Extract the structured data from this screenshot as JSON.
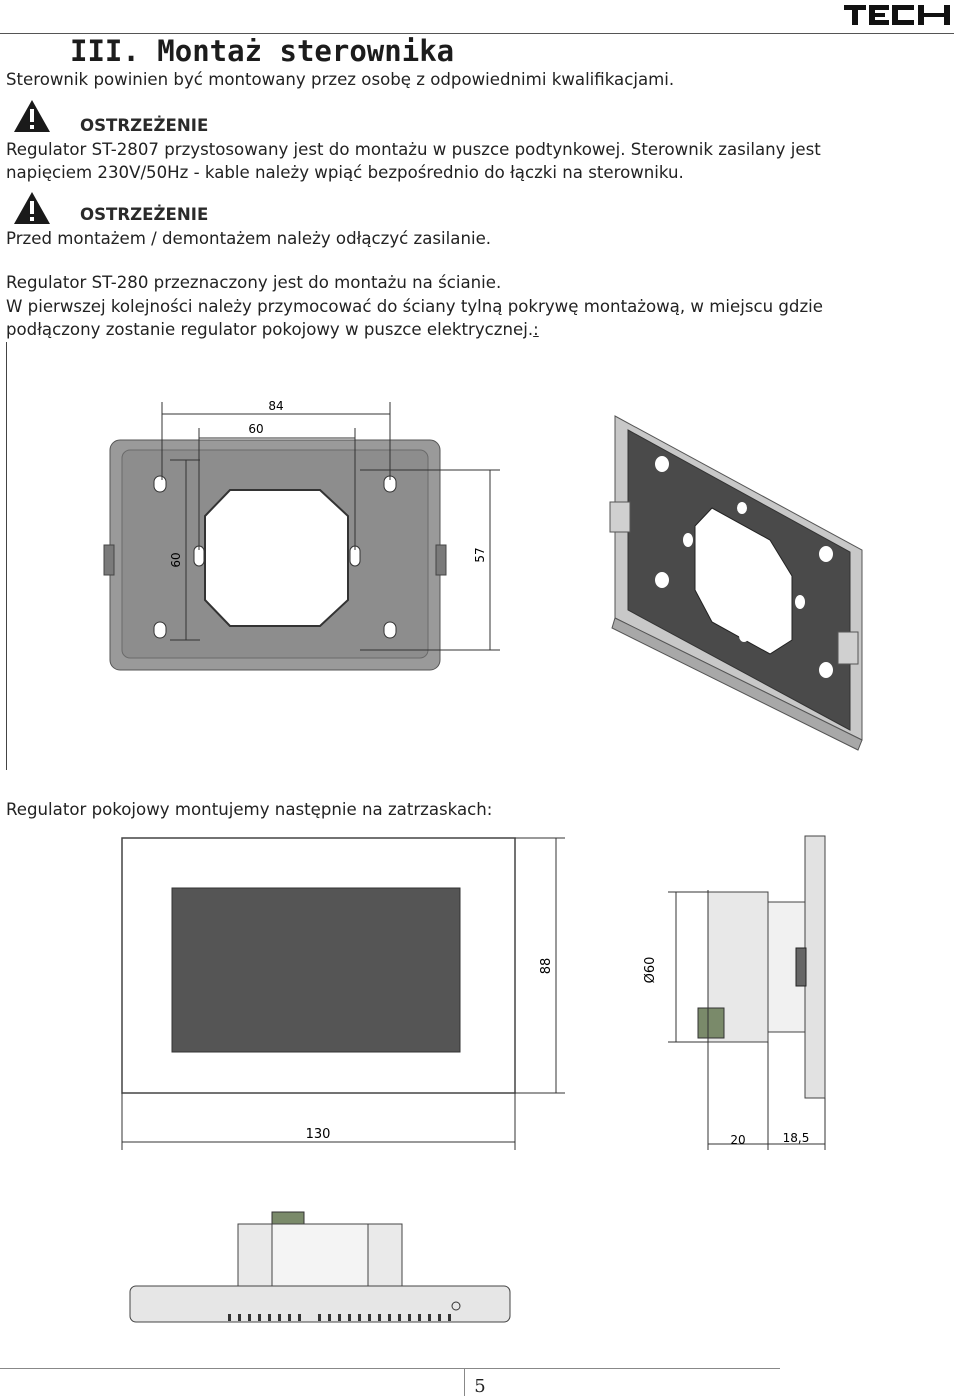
{
  "brand": "TECH",
  "heading": "III. Montaż sterownika",
  "intro": "Sterownik powinien być montowany przez osobę z odpowiednimi kwalifikacjami.",
  "warnings": [
    {
      "title": "OSTRZEŻENIE",
      "lines": [
        "Regulator ST-2807 przystosowany jest do montażu w puszce podtynkowej. Sterownik zasilany jest",
        "napięciem 230V/50Hz - kable należy wpiąć bezpośrednio do łączki na sterowniku."
      ]
    },
    {
      "title": "OSTRZEŻENIE",
      "lines": [
        "Przed montażem / demontażem należy odłączyć zasilanie."
      ]
    }
  ],
  "para1": "Regulator ST-280 przeznaczony jest do montażu na ścianie.",
  "para2": [
    "W pierwszej kolejności należy przymocować do ściany tylną pokrywę montażową, w miejscu gdzie",
    "podłączony zostanie regulator pokojowy w puszce elektrycznej."
  ],
  "para2_end": ":",
  "para3": "Regulator pokojowy montujemy następnie na zatrzaskach:",
  "figure1": {
    "dims": {
      "width_outer": "84",
      "width_inner": "60",
      "height_left": "60",
      "height_right": "57"
    }
  },
  "figure2": {
    "dims": {
      "height": "88",
      "width": "130",
      "diameter": "Ø60",
      "depth1": "20",
      "depth2": "18,5"
    }
  },
  "page_number": "5",
  "colors": {
    "plate": "#8d8d8d",
    "plate_dark": "#4a4a4a",
    "screen": "#555555",
    "connector": "#7a8a6a"
  }
}
